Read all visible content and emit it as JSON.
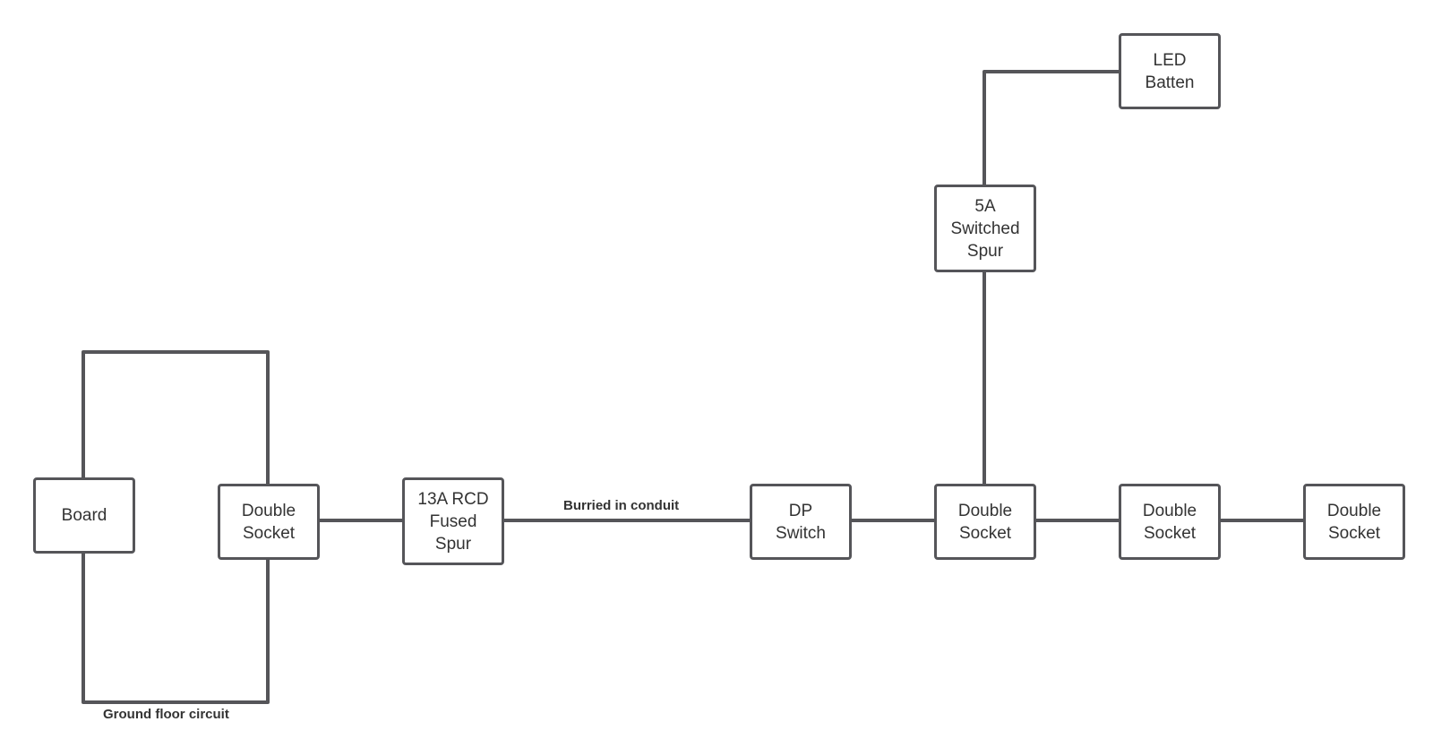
{
  "colors": {
    "wire": "#555559",
    "node_border": "#555559",
    "text": "#333333",
    "background": "#ffffff"
  },
  "nodes": {
    "board": {
      "lines": [
        "Board"
      ]
    },
    "socket_ground": {
      "lines": [
        "Double",
        "Socket"
      ]
    },
    "rcd_spur": {
      "lines": [
        "13A RCD",
        "Fused",
        "Spur"
      ]
    },
    "dp_switch": {
      "lines": [
        "DP",
        "Switch"
      ]
    },
    "socket_1": {
      "lines": [
        "Double",
        "Socket"
      ]
    },
    "socket_2": {
      "lines": [
        "Double",
        "Socket"
      ]
    },
    "socket_3": {
      "lines": [
        "Double",
        "Socket"
      ]
    },
    "switched_spur": {
      "lines": [
        "5A",
        "Switched",
        "Spur"
      ]
    },
    "led_batten": {
      "lines": [
        "LED",
        "Batten"
      ]
    }
  },
  "labels": {
    "conduit": "Burried in conduit",
    "ground_circuit": "Ground floor circuit"
  }
}
